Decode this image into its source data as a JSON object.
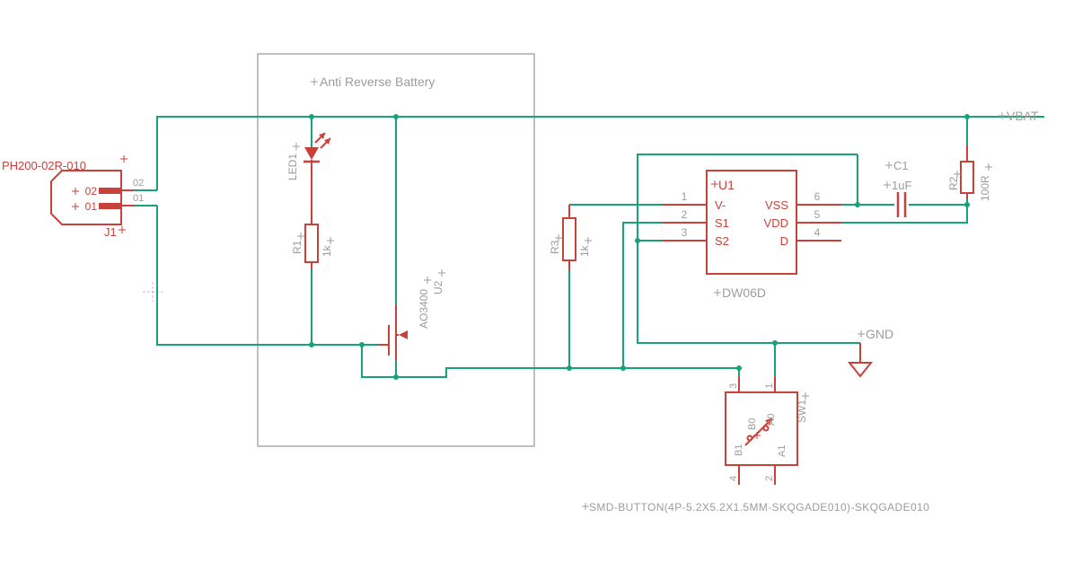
{
  "colors": {
    "net": "#17A27A",
    "symbol": "#C9413B",
    "text_muted": "#9C9C9C",
    "frame": "#ABABAB"
  },
  "frame": {
    "title": "Anti Reverse Battery"
  },
  "power": {
    "vbat": "VBAT",
    "gnd": "GND"
  },
  "components": {
    "j1": {
      "part": "PH200-02R-010",
      "ref": "J1",
      "pins": [
        {
          "num": "02",
          "net": "02"
        },
        {
          "num": "01",
          "net": "01"
        }
      ]
    },
    "led1": {
      "ref": "LED1"
    },
    "r1": {
      "ref": "R1",
      "value": "1k"
    },
    "u2": {
      "part": "AO3400",
      "ref": "U2"
    },
    "u1": {
      "ref": "U1",
      "part": "DW06D",
      "pins_left": [
        {
          "num": "1",
          "name": "V-"
        },
        {
          "num": "2",
          "name": "S1"
        },
        {
          "num": "3",
          "name": "S2"
        }
      ],
      "pins_right": [
        {
          "num": "6",
          "name": "VSS"
        },
        {
          "num": "5",
          "name": "VDD"
        },
        {
          "num": "4",
          "name": "D"
        }
      ]
    },
    "r3": {
      "ref": "R3",
      "value": "1k"
    },
    "c1": {
      "ref": "C1",
      "value": "1uF"
    },
    "r2": {
      "ref": "R2",
      "value": "100R"
    },
    "sw1": {
      "ref": "SW1",
      "pads": [
        {
          "num": "3",
          "name": "B0"
        },
        {
          "num": "1",
          "name": "A0"
        },
        {
          "num": "4",
          "name": "B1"
        },
        {
          "num": "2",
          "name": "A1"
        }
      ],
      "footnote": "SMD-BUTTON(4P-5.2X5.2X1.5MM-SKQGADE010)-SKQGADE010"
    }
  }
}
